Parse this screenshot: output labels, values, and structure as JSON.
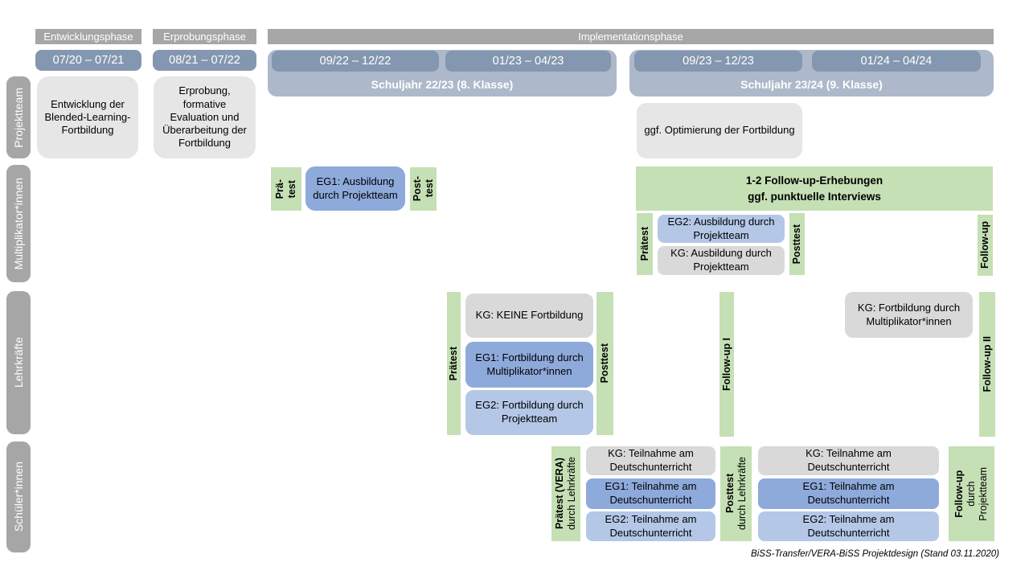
{
  "palette": {
    "gray_bar": "#a6a6a6",
    "date_blue": "#8497b0",
    "schuljahr_blue": "#adb9ca",
    "box_gray_light": "#e7e6e6",
    "box_gray": "#d9d9d9",
    "eg1_blue": "#8eaadb",
    "eg2_blue": "#b4c7e7",
    "green": "#c5e0b4"
  },
  "header": {
    "phases": [
      {
        "label": "Entwicklungsphase"
      },
      {
        "label": "Erprobungsphase"
      },
      {
        "label": "Implementationsphase"
      }
    ],
    "dates": [
      "07/20 – 07/21",
      "08/21 – 07/22",
      "09/22 – 12/22",
      "01/23 – 04/23",
      "09/23 – 12/23",
      "01/24 – 04/24"
    ],
    "school_years": [
      "Schuljahr 22/23 (8. Klasse)",
      "Schuljahr 23/24 (9. Klasse)"
    ]
  },
  "sidebar": {
    "rows": [
      {
        "label": "Projektteam"
      },
      {
        "label": "Multiplikator*innen"
      },
      {
        "label": "Lehrkräfte"
      },
      {
        "label": "Schüler*innen"
      }
    ]
  },
  "projektteam": {
    "entwicklung": "Entwicklung der Blended-Learning-Fortbildung",
    "erprobung": "Erprobung, formative Evaluation und Überarbeitung der Fortbildung",
    "optimierung": "ggf. Optimierung der Fortbildung"
  },
  "multiplikatoren": {
    "praetest1_line1": "Prä-",
    "praetest1_line2": "test",
    "eg1": "EG1: Ausbildung durch Projektteam",
    "posttest1_line1": "Post-",
    "posttest1_line2": "test",
    "followup_box_line1": "1-2 Follow-up-Erhebungen",
    "followup_box_line2": "ggf. punktuelle Interviews",
    "praetest2": "Prätest",
    "eg2": "EG2: Ausbildung durch Projektteam",
    "kg": "KG: Ausbildung durch Projektteam",
    "posttest2": "Posttest",
    "followup": "Follow-up"
  },
  "lehrkraefte": {
    "praetest": "Prätest",
    "kg_keine": "KG: KEINE Fortbildung",
    "eg1": "EG1: Fortbildung durch Multiplikator*innen",
    "eg2": "EG2: Fortbildung durch Projektteam",
    "posttest": "Posttest",
    "followup1": "Follow-up I",
    "kg_fortbildung": "KG: Fortbildung durch Multiplikator*innen",
    "followup2": "Follow-up II"
  },
  "schueler": {
    "praetest_main": "Prätest (VERA)",
    "praetest_sub": "durch Lehrkräfte",
    "kg1": "KG: Teilnahme am Deutschunterricht",
    "eg1_1": "EG1: Teilnahme am Deutschunterricht",
    "eg2_1": "EG2: Teilnahme am Deutschunterricht",
    "posttest_main": "Posttest",
    "posttest_sub": "durch Lehrkräfte",
    "kg2": "KG: Teilnahme am Deutschunterricht",
    "eg1_2": "EG1: Teilnahme am Deutschunterricht",
    "eg2_2": "EG2: Teilnahme am Deutschunterricht",
    "followup_main": "Follow-up",
    "followup_sub1": "durch",
    "followup_sub2": "Projektteam"
  },
  "footer": {
    "caption": "BiSS-Transfer/VERA-BiSS Projektdesign (Stand 03.11.2020)"
  }
}
